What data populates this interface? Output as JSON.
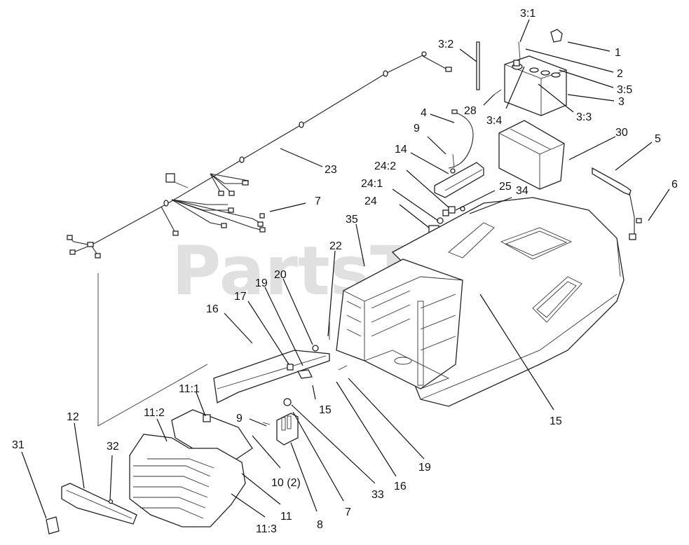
{
  "watermark": "PartsTree",
  "callouts": [
    {
      "id": "c-3-1",
      "label": "3:1"
    },
    {
      "id": "c-3-2",
      "label": "3:2"
    },
    {
      "id": "c-1",
      "label": "1"
    },
    {
      "id": "c-2",
      "label": "2"
    },
    {
      "id": "c-3-5",
      "label": "3:5"
    },
    {
      "id": "c-3",
      "label": "3"
    },
    {
      "id": "c-28",
      "label": "28"
    },
    {
      "id": "c-3-4",
      "label": "3:4"
    },
    {
      "id": "c-3-3",
      "label": "3:3"
    },
    {
      "id": "c-4",
      "label": "4"
    },
    {
      "id": "c-9a",
      "label": "9"
    },
    {
      "id": "c-30",
      "label": "30"
    },
    {
      "id": "c-5",
      "label": "5"
    },
    {
      "id": "c-14",
      "label": "14"
    },
    {
      "id": "c-24-2",
      "label": "24:2"
    },
    {
      "id": "c-23",
      "label": "23"
    },
    {
      "id": "c-6",
      "label": "6"
    },
    {
      "id": "c-24-1",
      "label": "24:1"
    },
    {
      "id": "c-25",
      "label": "25"
    },
    {
      "id": "c-34",
      "label": "34"
    },
    {
      "id": "c-7a",
      "label": "7"
    },
    {
      "id": "c-24",
      "label": "24"
    },
    {
      "id": "c-35",
      "label": "35"
    },
    {
      "id": "c-22",
      "label": "22"
    },
    {
      "id": "c-20",
      "label": "20"
    },
    {
      "id": "c-19a",
      "label": "19"
    },
    {
      "id": "c-17",
      "label": "17"
    },
    {
      "id": "c-16a",
      "label": "16"
    },
    {
      "id": "c-15a",
      "label": "15"
    },
    {
      "id": "c-11-1",
      "label": "11:1"
    },
    {
      "id": "c-15b",
      "label": "15"
    },
    {
      "id": "c-11-2",
      "label": "11:2"
    },
    {
      "id": "c-12",
      "label": "12"
    },
    {
      "id": "c-9b",
      "label": "9"
    },
    {
      "id": "c-31",
      "label": "31"
    },
    {
      "id": "c-32",
      "label": "32"
    },
    {
      "id": "c-19b",
      "label": "19"
    },
    {
      "id": "c-10",
      "label": "10 (2)"
    },
    {
      "id": "c-16b",
      "label": "16"
    },
    {
      "id": "c-33",
      "label": "33"
    },
    {
      "id": "c-7b",
      "label": "7"
    },
    {
      "id": "c-11",
      "label": "11"
    },
    {
      "id": "c-8",
      "label": "8"
    },
    {
      "id": "c-11-3",
      "label": "11:3"
    }
  ]
}
